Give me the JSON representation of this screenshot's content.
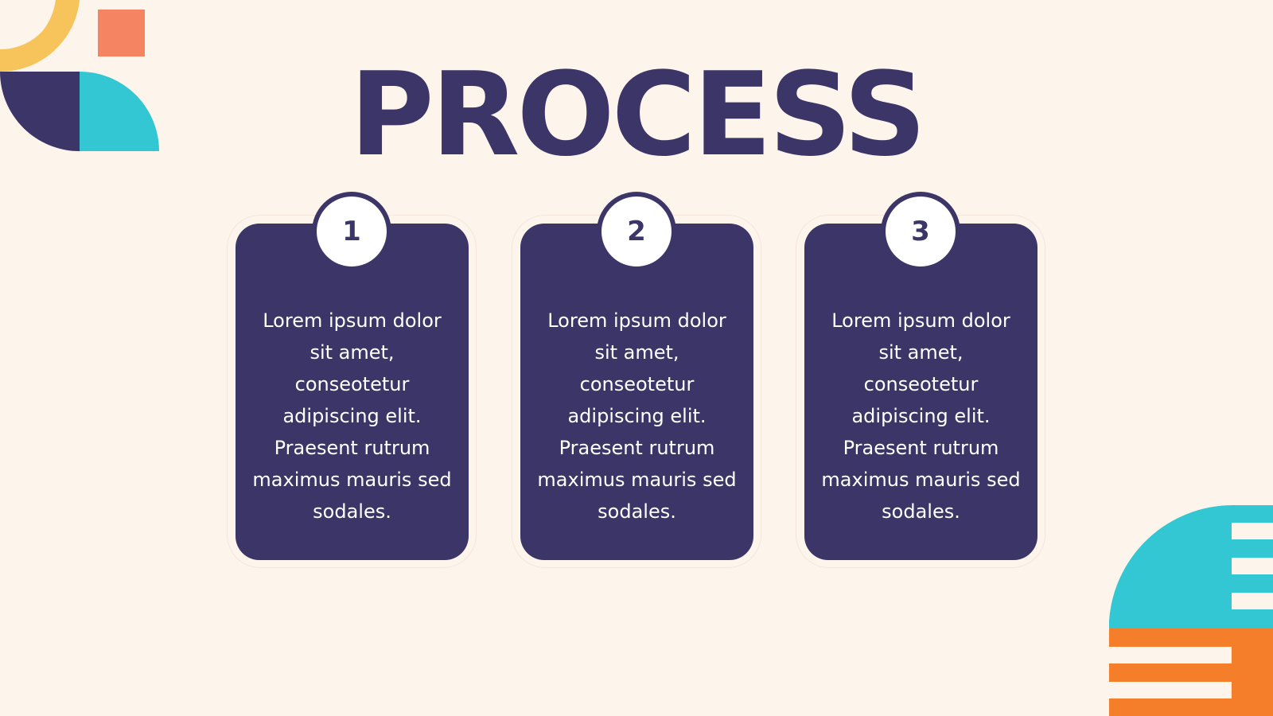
{
  "slide": {
    "title": "PROCESS",
    "steps": [
      {
        "number": "1",
        "text": "Lorem ipsum dolor sit amet, conseotetur adipiscing elit. Praesent rutrum maximus mauris sed sodales."
      },
      {
        "number": "2",
        "text": "Lorem ipsum dolor sit amet, conseotetur adipiscing elit. Praesent rutrum maximus mauris sed sodales."
      },
      {
        "number": "3",
        "text": "Lorem ipsum dolor sit amet, conseotetur adipiscing elit. Praesent rutrum maximus mauris sed sodales."
      }
    ]
  },
  "colors": {
    "background": "#fdf4ec",
    "navy": "#3b3667",
    "yellow": "#f6c45a",
    "coral": "#f58462",
    "teal": "#33c7d4",
    "orange": "#f47e2a"
  }
}
